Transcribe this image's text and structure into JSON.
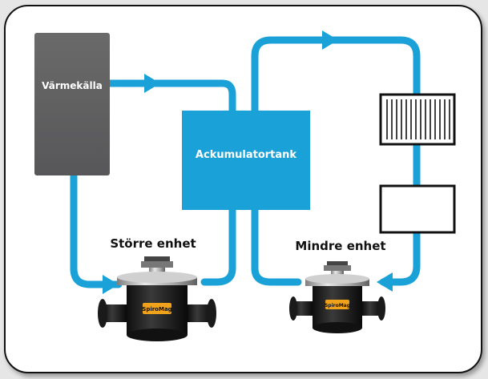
{
  "diagram": {
    "heat_source_label": "Värmekälla",
    "tank_label": "Ackumulatortank",
    "larger_unit_label": "Större enhet",
    "smaller_unit_label": "Mindre enhet",
    "colors": {
      "pipe": "#1aa2d8",
      "heat_source": "#5d5d5f",
      "tank": "#1aa2d8",
      "device_body": "#1f1f1f",
      "device_metal": "#b9b9b9",
      "device_label": "#f0a21b"
    },
    "device_brand_text": "SpiroMag"
  }
}
